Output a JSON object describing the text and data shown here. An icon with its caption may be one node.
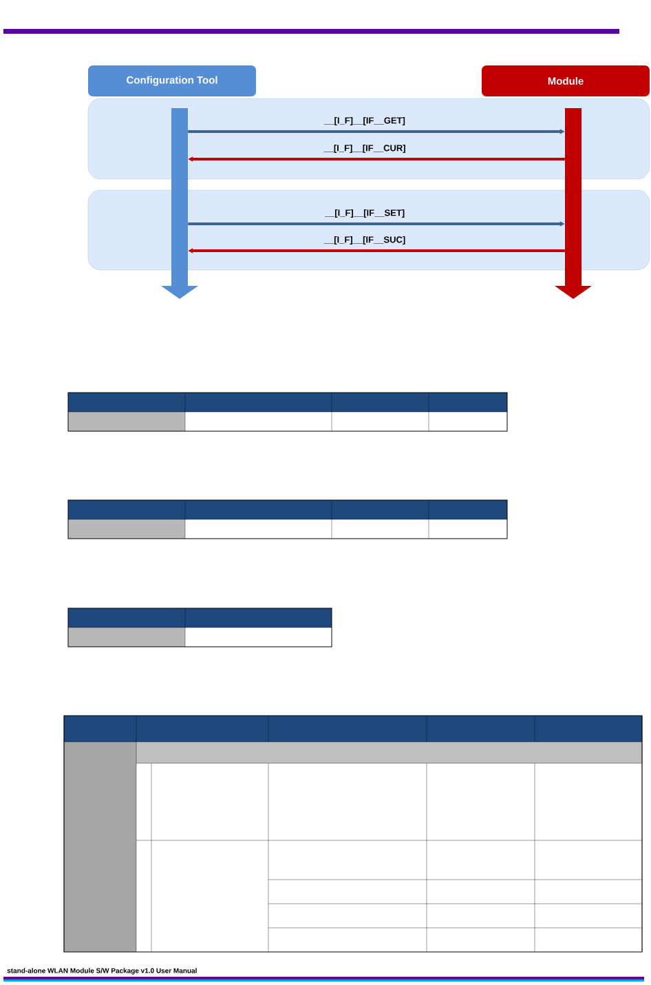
{
  "diagram": {
    "nodes": [
      {
        "text": [
          "Configuration Tool"
        ]
      },
      {
        "text": [
          "Module"
        ]
      },
      {
        "text": [],
        "shape": "arrow"
      },
      {
        "text": [],
        "shape": "arrow"
      }
    ],
    "edges": [
      {
        "from": 2,
        "to": 3,
        "arrow": "to",
        "label": "__[I_F]__[IF__GET]",
        "color": "#3d6491"
      },
      {
        "from": 3,
        "to": 2,
        "arrow": "to",
        "label": "__[I_F]__[IF__CUR]",
        "color": "#c00000"
      },
      {
        "from": 2,
        "to": 3,
        "arrow": "to",
        "label": "__[I_F]__[IF__SET]",
        "color": "#3d6491"
      },
      {
        "from": 3,
        "to": 2,
        "arrow": "to",
        "label": "__[I_F]__[IF__SUC]",
        "color": "#c00000"
      }
    ],
    "labels": [
      "stand-alone WLAN Module S/W Package v1.0 User Manual"
    ]
  }
}
